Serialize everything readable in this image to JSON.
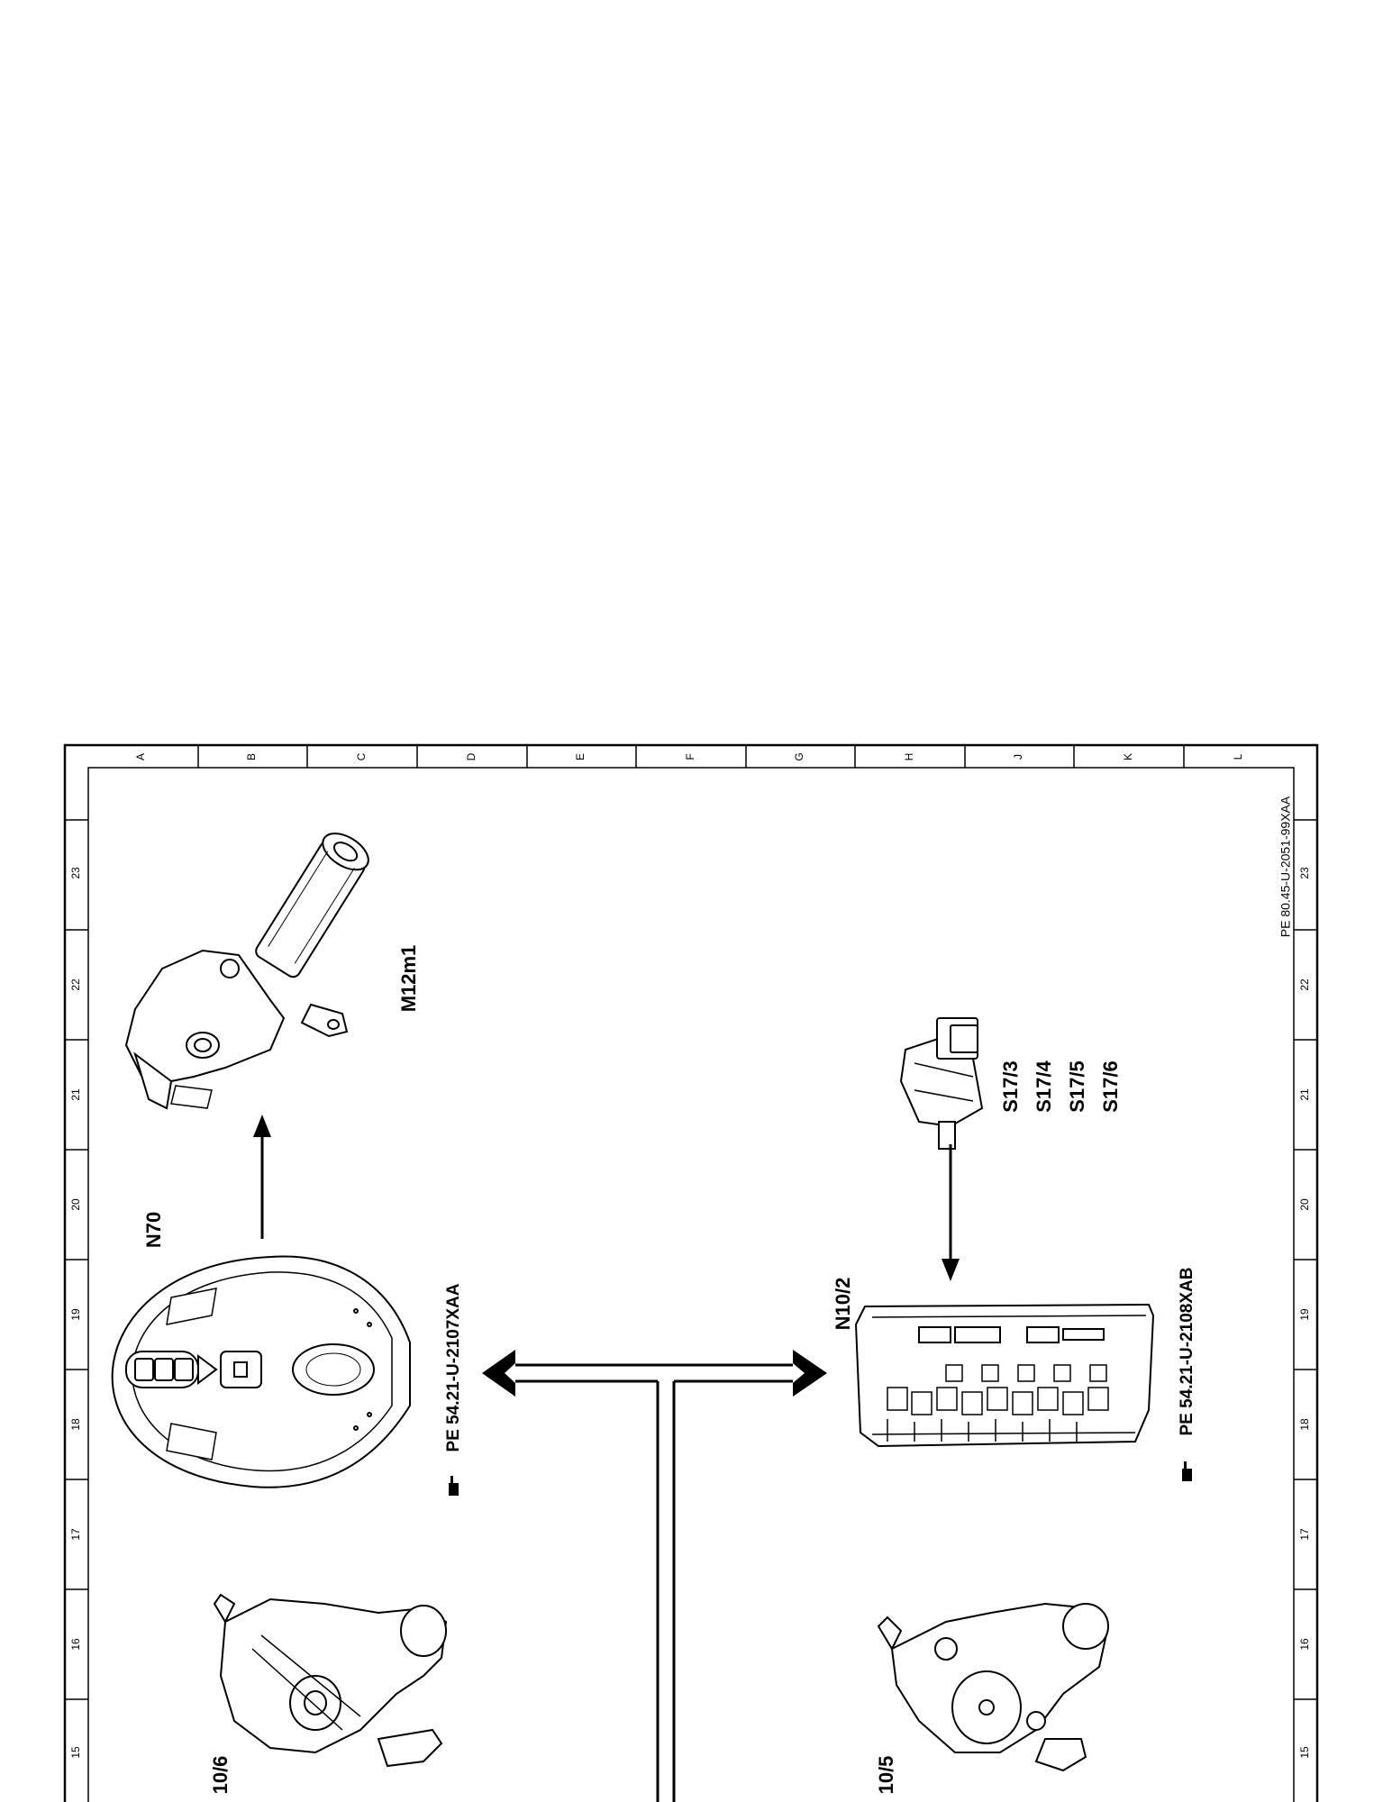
{
  "doc_ref": "PE 80.45-U-2051-99XAA",
  "grid_letters": [
    "A",
    "B",
    "C",
    "D",
    "E",
    "F",
    "G",
    "H",
    "J",
    "K",
    "L"
  ],
  "grid_numbers_left": [
    "23",
    "22",
    "21",
    "20",
    "19",
    "18",
    "17",
    "16",
    "15"
  ],
  "grid_numbers_right": [
    "23",
    "22",
    "21",
    "20",
    "19",
    "18",
    "17",
    "16",
    "15"
  ],
  "components": {
    "m12m1": "M12m1",
    "n70": "N70",
    "n10_2": "N10/2",
    "s17": [
      "S17/3",
      "S17/4",
      "S17/5",
      "S17/6"
    ],
    "m10_6": "10/6",
    "m10_5": "10/5"
  },
  "references": {
    "n70_ref": "PE 54.21-U-2107XAA",
    "n10_2_ref": "PE 54.21-U-2108XAB"
  },
  "icons": {
    "reference": "pointing-hand-icon"
  }
}
